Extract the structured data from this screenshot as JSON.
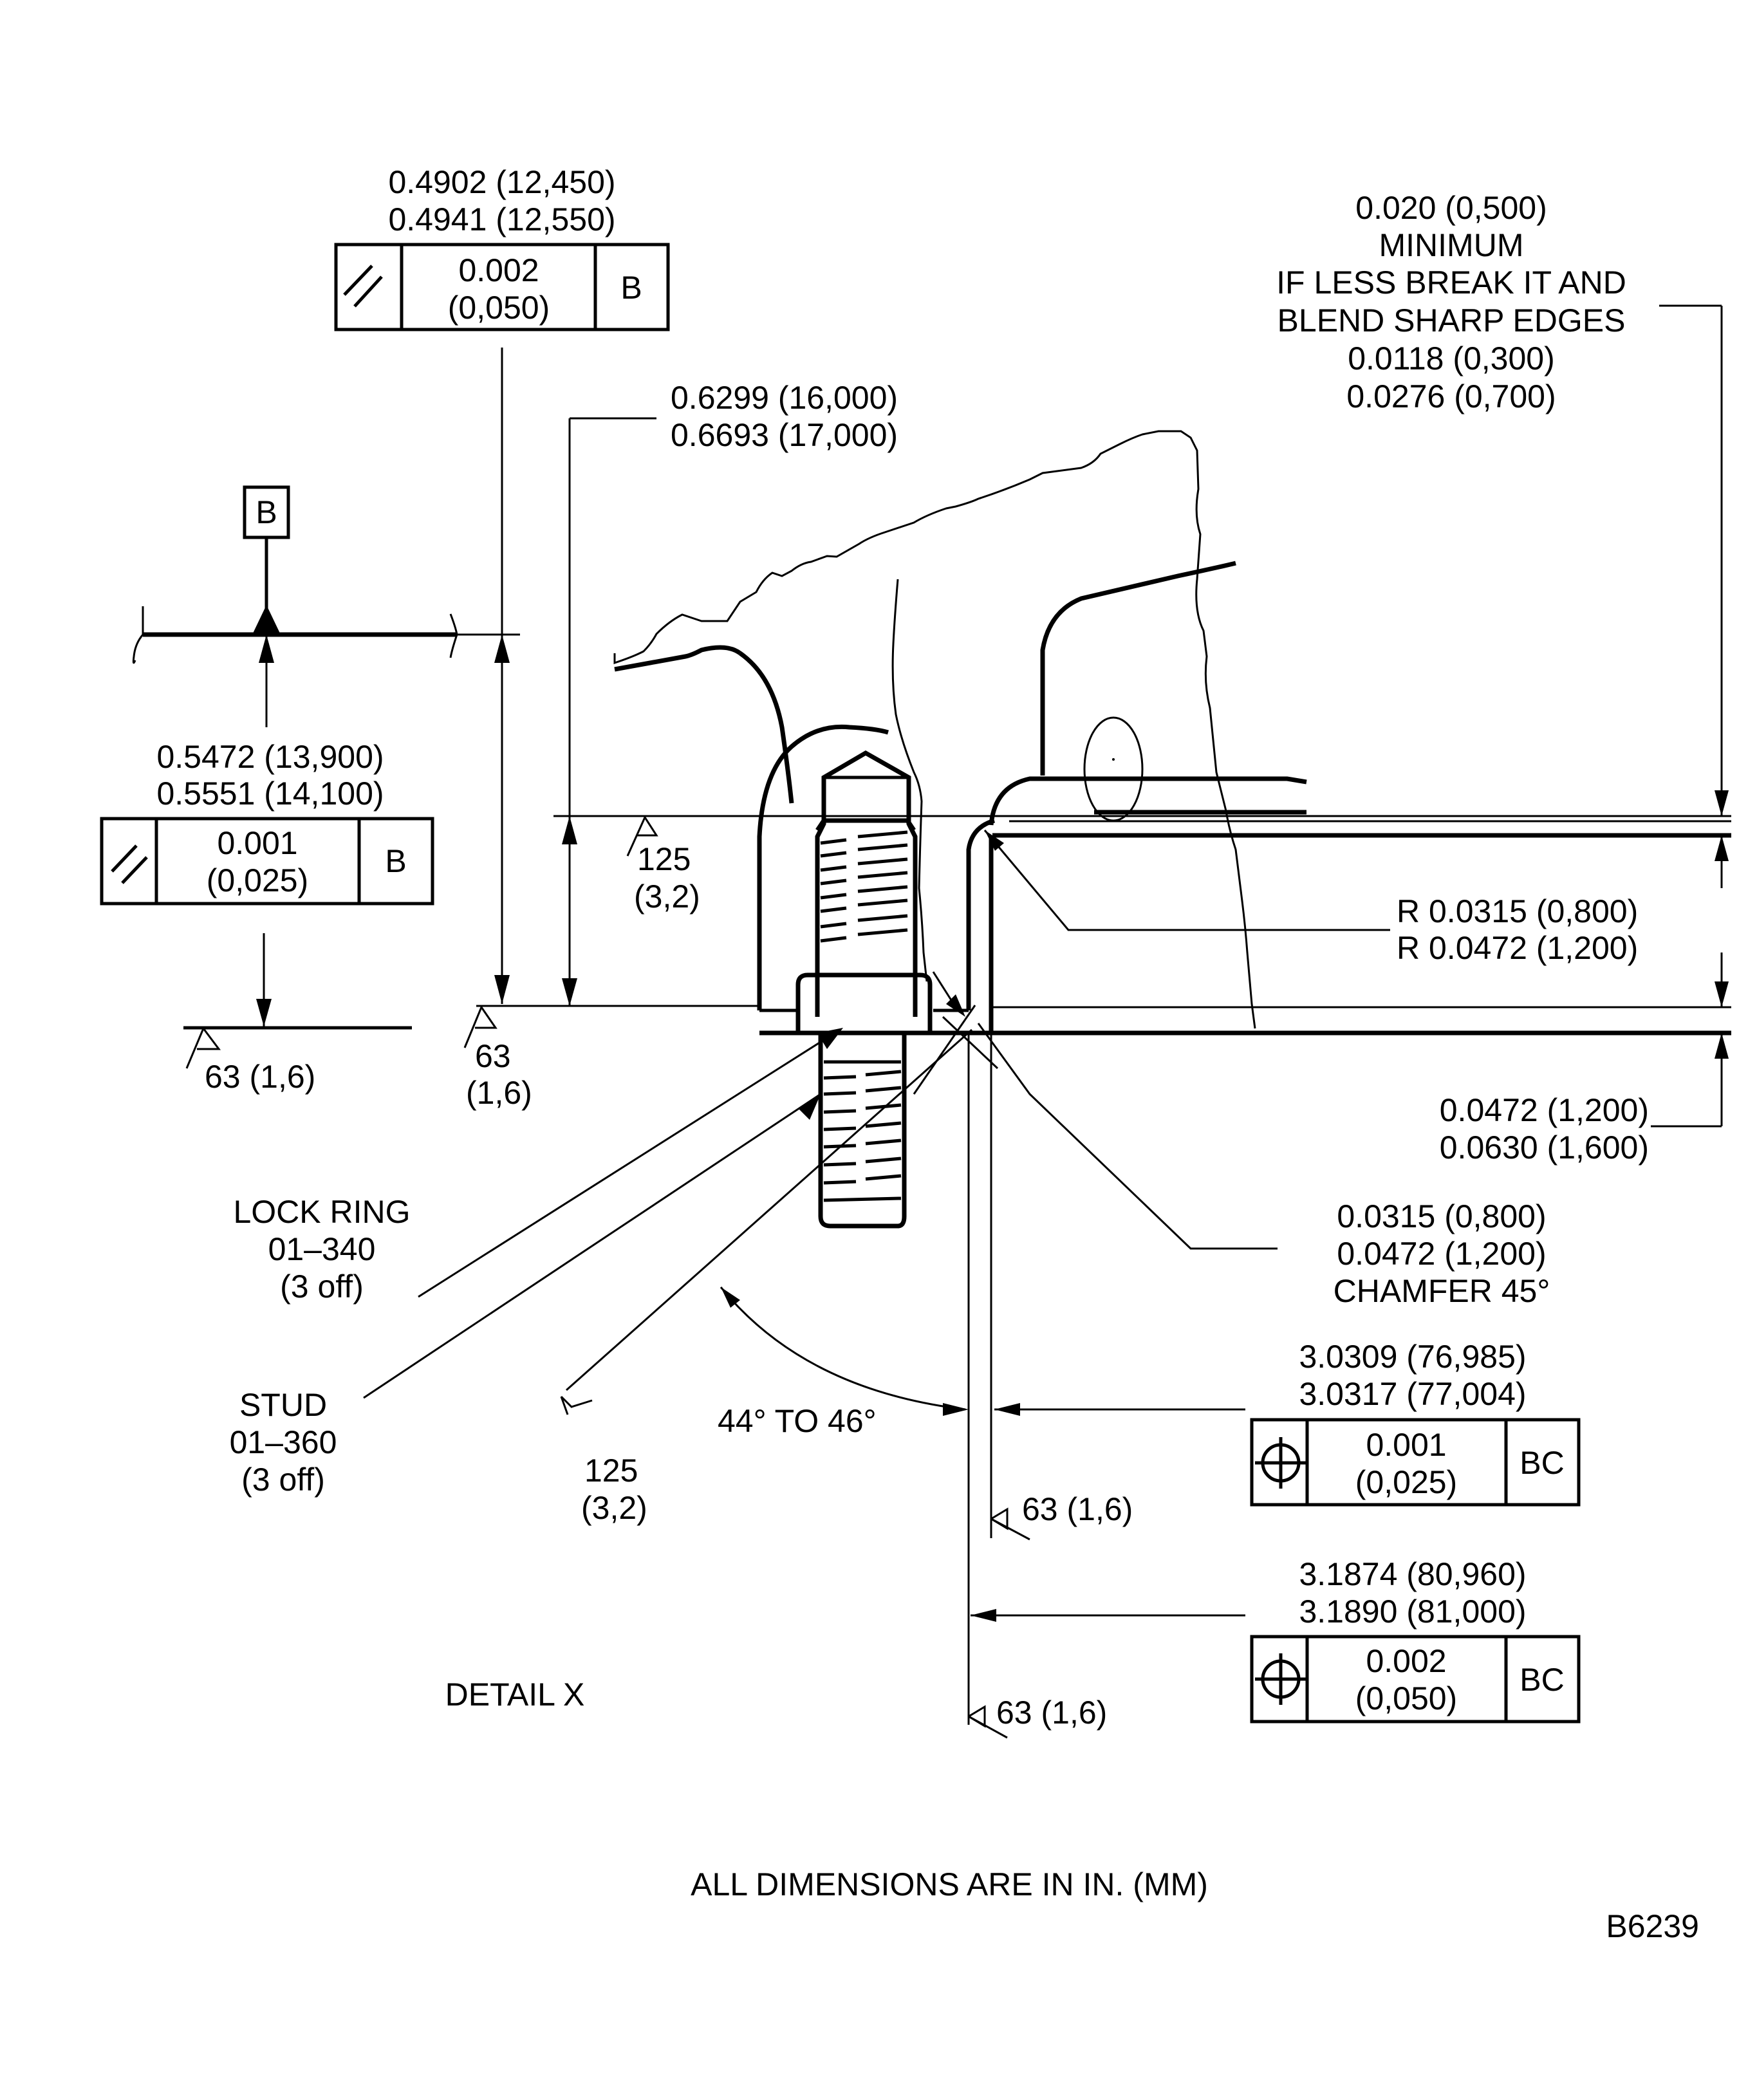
{
  "drawing": {
    "title": "DETAIL X",
    "footer_note": "ALL DIMENSIONS ARE IN IN. (MM)",
    "figure_id": "B6239",
    "colors": {
      "ink": "#000000",
      "paper": "#ffffff"
    }
  },
  "datum": {
    "label": "B"
  },
  "feature_controls": [
    {
      "id": "fcf-parallel-top",
      "symbol": "parallelism-icon",
      "dims": [
        "0.4902 (12,450)",
        "0.4941 (12,550)"
      ],
      "tol_in": "0.002",
      "tol_mm": "(0,050)",
      "datum": "B"
    },
    {
      "id": "fcf-parallel-left",
      "symbol": "parallelism-icon",
      "dims": [
        "0.5472 (13,900)",
        "0.5551 (14,100)"
      ],
      "tol_in": "0.001",
      "tol_mm": "(0,025)",
      "datum": "B"
    },
    {
      "id": "fcf-position-1",
      "symbol": "position-icon",
      "dims": [
        "3.0309 (76,985)",
        "3.0317 (77,004)"
      ],
      "tol_in": "0.001",
      "tol_mm": "(0,025)",
      "datum": "BC"
    },
    {
      "id": "fcf-position-2",
      "symbol": "position-icon",
      "dims": [
        "3.1874 (80,960)",
        "3.1890 (81,000)"
      ],
      "tol_in": "0.002",
      "tol_mm": "(0,050)",
      "datum": "BC"
    }
  ],
  "dimensions": {
    "height_upper": [
      "0.6299 (16,000)",
      "0.6693 (17,000)"
    ],
    "edge_note": [
      "0.020 (0,500)",
      "MINIMUM",
      "IF LESS BREAK IT AND",
      "BLEND SHARP EDGES",
      "0.0118 (0,300)",
      "0.0276 (0,700)"
    ],
    "radius": [
      "R 0.0315 (0,800)",
      "R 0.0472 (1,200)"
    ],
    "thickness": [
      "0.0472 (1,200)",
      "0.0630 (1,600)"
    ],
    "chamfer": [
      "0.0315 (0,800)",
      "0.0472 (1,200)",
      "CHAMFER 45°"
    ],
    "angle": "44° TO 46°"
  },
  "surface_finish": {
    "sf_left": [
      "63 (1,6)"
    ],
    "sf_mid": [
      "63",
      "(1,6)"
    ],
    "sf_upper": [
      "125",
      "(3,2)"
    ],
    "sf_lower": [
      "125",
      "(3,2)"
    ],
    "sf_right_1": [
      "63 (1,6)"
    ],
    "sf_right_2": [
      "63 (1,6)"
    ]
  },
  "callouts": {
    "lock_ring": [
      "LOCK RING",
      "01–340",
      "(3 off)"
    ],
    "stud": [
      "STUD",
      "01–360",
      "(3 off)"
    ]
  }
}
